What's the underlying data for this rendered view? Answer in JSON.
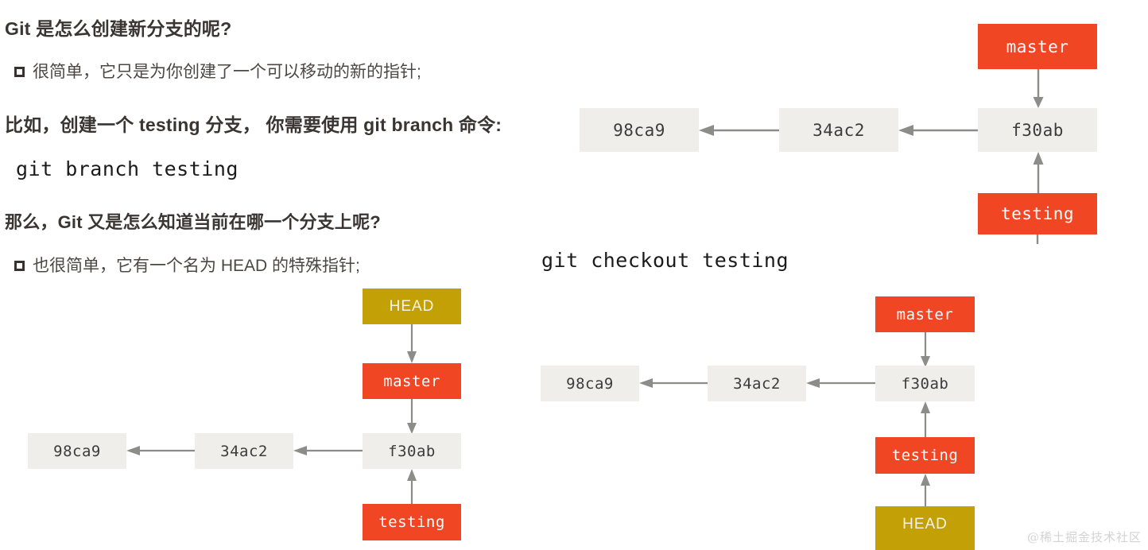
{
  "slide": {
    "headings": [
      "Git 是怎么创建新分支的呢?",
      "比如，创建一个 testing 分支， 你需要使用 git branch 命令:",
      "那么，Git 又是怎么知道当前在哪一个分支上呢?"
    ],
    "bullets": [
      "很简单，它只是为你创建了一个可以移动的新的指针;",
      "也很简单，它有一个名为 HEAD 的特殊指针;"
    ],
    "commands": {
      "branch": "git branch testing",
      "checkout": "git checkout testing"
    },
    "watermark": "@稀土掘金技术社区"
  },
  "colors": {
    "branch_red": "#F04624",
    "head_gold": "#C4A007",
    "commit_gray": "#EFEEEA",
    "arrow_gray": "#8C8C88",
    "text_dark": "#3A3532",
    "watermark_gray": "#D3D3D3"
  },
  "diagrams": {
    "top_right": {
      "caption": "git branch testing result",
      "commits": [
        "98ca9",
        "34ac2",
        "f30ab"
      ],
      "branches": [
        "master",
        "testing"
      ],
      "head": null,
      "edges": [
        "34ac2 -> 98ca9",
        "f30ab -> 34ac2",
        "master -> f30ab",
        "testing -> f30ab"
      ]
    },
    "bottom_left": {
      "caption": "HEAD points at master",
      "commits": [
        "98ca9",
        "34ac2",
        "f30ab"
      ],
      "branches": [
        "master",
        "testing"
      ],
      "head": "HEAD",
      "edges": [
        "34ac2 -> 98ca9",
        "f30ab -> 34ac2",
        "HEAD -> master",
        "master -> f30ab",
        "testing -> f30ab"
      ]
    },
    "bottom_right": {
      "caption": "HEAD points at testing",
      "commits": [
        "98ca9",
        "34ac2",
        "f30ab"
      ],
      "branches": [
        "master",
        "testing"
      ],
      "head": "HEAD",
      "edges": [
        "34ac2 -> 98ca9",
        "f30ab -> 34ac2",
        "master -> f30ab",
        "testing -> f30ab",
        "HEAD -> testing"
      ]
    }
  }
}
